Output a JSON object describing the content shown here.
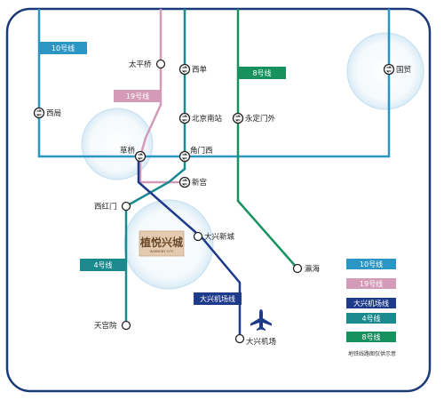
{
  "lines": {
    "line10": {
      "name": "10号线",
      "color": "#2b96c4"
    },
    "line19": {
      "name": "19号线",
      "color": "#d49bb8"
    },
    "daxing": {
      "name": "大兴机场线",
      "color": "#1e3a8a"
    },
    "line4": {
      "name": "4号线",
      "color": "#1a8a8f"
    },
    "line8": {
      "name": "8号线",
      "color": "#17925f"
    }
  },
  "stations": {
    "xiju": "西局",
    "taipingqiao": "太平桥",
    "xidan": "西单",
    "beijingnan": "北京南站",
    "yongdingmenwai": "永定门外",
    "guomao": "国贸",
    "caoqiao": "草桥",
    "jiaomenxi": "角门西",
    "xingong": "新宫",
    "xihongmen": "西红门",
    "daxingxincheng": "大兴新城",
    "yinghai": "瀛海",
    "tiangongyuan": "天宫院",
    "daxingjichang": "大兴机场"
  },
  "logo": {
    "title": "植悦兴城",
    "subtitle": "HARMONY CITY"
  },
  "airport_icon": "airplane-icon",
  "interchange_icon": "interchange-icon",
  "legend": {
    "items": [
      "10号线",
      "19号线",
      "大兴机场线",
      "4号线",
      "8号线"
    ],
    "note": "地铁线路图仅供示意"
  }
}
